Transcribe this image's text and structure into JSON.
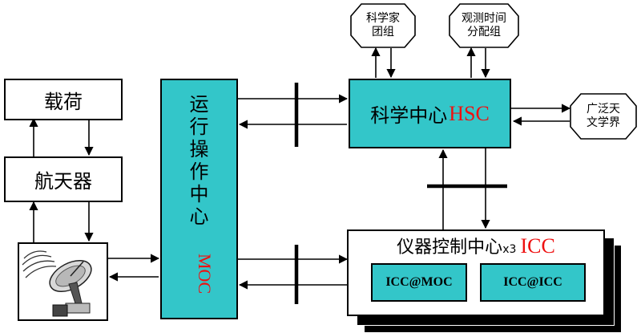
{
  "payload": {
    "label": "载荷"
  },
  "spacecraft": {
    "label": "航天器"
  },
  "moc": {
    "chars": [
      "运",
      "行",
      "操",
      "作",
      "中",
      "心"
    ],
    "acronym": "MOC"
  },
  "hsc": {
    "label": "科学中心",
    "acronym": "HSC"
  },
  "icc": {
    "label": "仪器控制中心",
    "multiplier": "x3",
    "acronym": "ICC",
    "sub": [
      "ICC@MOC",
      "ICC@ICC"
    ]
  },
  "science_team": {
    "line1": "科学家",
    "line2": "团组"
  },
  "time_alloc": {
    "line1": "观测时间",
    "line2": "分配组"
  },
  "community": {
    "line1": "广泛天",
    "line2": "文学界"
  },
  "colors": {
    "teal": "#33c6c9",
    "acronym_red": "#ee1111"
  },
  "icons": {
    "ground_station": "satellite-dish-icon"
  }
}
